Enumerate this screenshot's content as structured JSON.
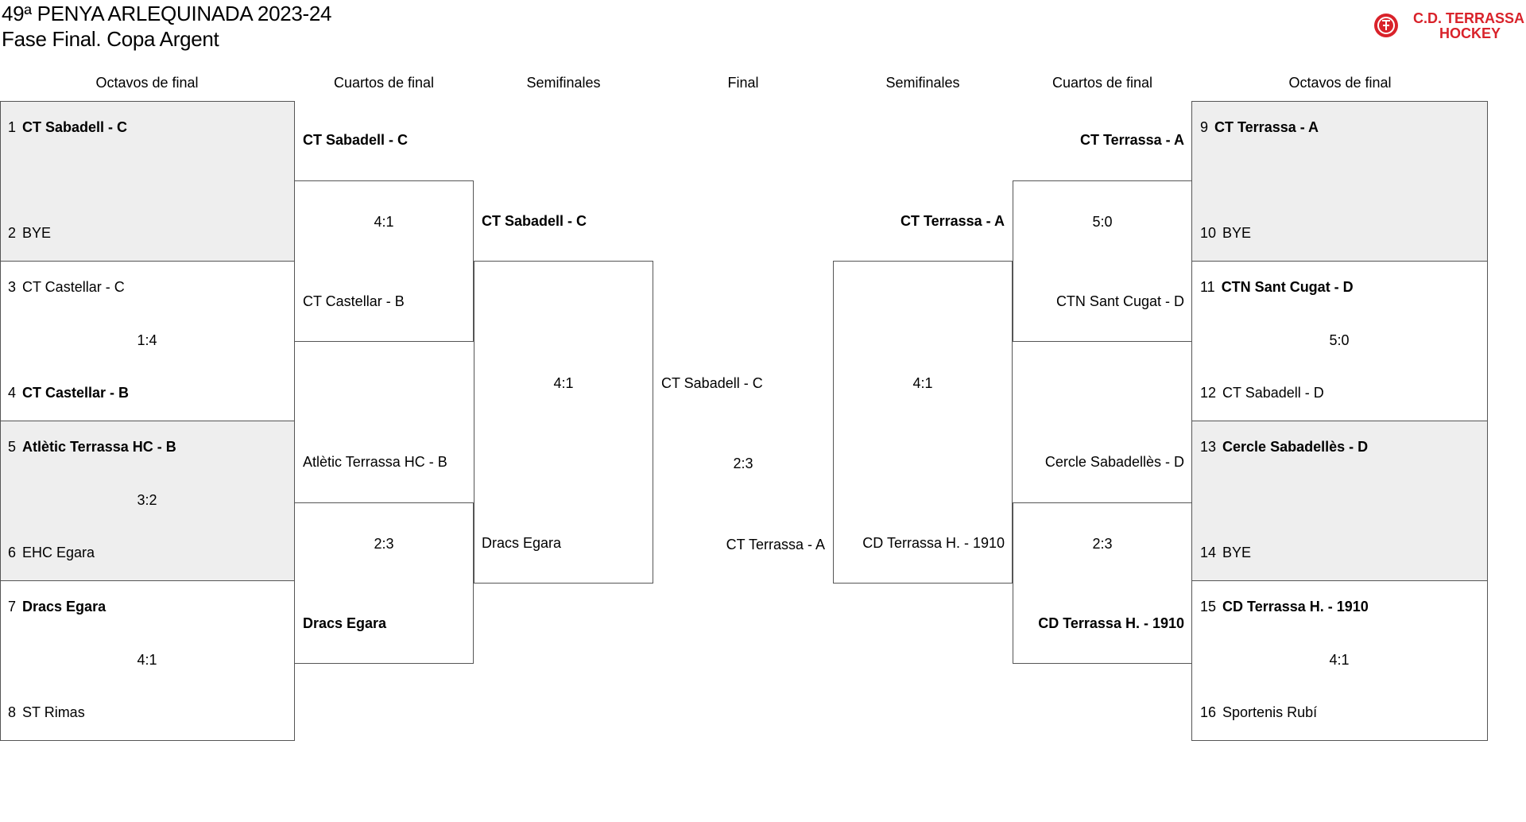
{
  "title": {
    "line1": "49ª PENYA ARLEQUINADA 2023-24",
    "line2": "Fase Final. Copa Argent"
  },
  "logo": {
    "line1": "C.D. TERRASSA",
    "line2": "HOCKEY",
    "color": "#d9222a",
    "icon": "club-crest-icon"
  },
  "headers": {
    "left_r16": "Octavos de final",
    "left_qf": "Cuartos de final",
    "left_sf": "Semifinales",
    "final": "Final",
    "right_sf": "Semifinales",
    "right_qf": "Cuartos de final",
    "right_r16": "Octavos de final"
  },
  "left_r16": [
    {
      "seed_a": "1",
      "team_a": "CT Sabadell - C",
      "seed_b": "2",
      "team_b": "BYE",
      "score": ""
    },
    {
      "seed_a": "3",
      "team_a": "CT Castellar - C",
      "seed_b": "4",
      "team_b": "CT Castellar - B",
      "score": "1:4"
    },
    {
      "seed_a": "5",
      "team_a": "Atlètic Terrassa HC - B",
      "seed_b": "6",
      "team_b": "EHC Egara",
      "score": "3:2"
    },
    {
      "seed_a": "7",
      "team_a": "Dracs Egara",
      "seed_b": "8",
      "team_b": "ST Rimas",
      "score": "4:1"
    }
  ],
  "left_qf": [
    {
      "team_a": "CT Sabadell - C",
      "team_b": "CT Castellar - B",
      "score": "4:1"
    },
    {
      "team_a": "Atlètic Terrassa HC - B",
      "team_b": "Dracs Egara",
      "score": "2:3"
    }
  ],
  "left_sf": {
    "team_a": "CT Sabadell - C",
    "team_b": "Dracs Egara",
    "score": "4:1"
  },
  "final": {
    "team_a": "CT Sabadell - C",
    "team_b": "CT Terrassa - A",
    "score": "2:3"
  },
  "right_sf": {
    "team_a": "CT Terrassa - A",
    "team_b": "CD Terrassa H. - 1910",
    "score": "4:1"
  },
  "right_qf": [
    {
      "team_a": "CT Terrassa - A",
      "team_b": "CTN Sant Cugat - D",
      "score": "5:0"
    },
    {
      "team_a": "Cercle Sabadellès - D",
      "team_b": "CD Terrassa H. - 1910",
      "score": "2:3"
    }
  ],
  "right_r16": [
    {
      "seed_a": "9",
      "team_a": "CT Terrassa - A",
      "seed_b": "10",
      "team_b": "BYE",
      "score": ""
    },
    {
      "seed_a": "11",
      "team_a": "CTN Sant Cugat - D",
      "seed_b": "12",
      "team_b": "CT Sabadell - D",
      "score": "5:0"
    },
    {
      "seed_a": "13",
      "team_a": "Cercle Sabadellès - D",
      "seed_b": "14",
      "team_b": "BYE",
      "score": ""
    },
    {
      "seed_a": "15",
      "team_a": "CD Terrassa H. - 1910",
      "seed_b": "16",
      "team_b": "Sportenis Rubí",
      "score": "4:1"
    }
  ]
}
